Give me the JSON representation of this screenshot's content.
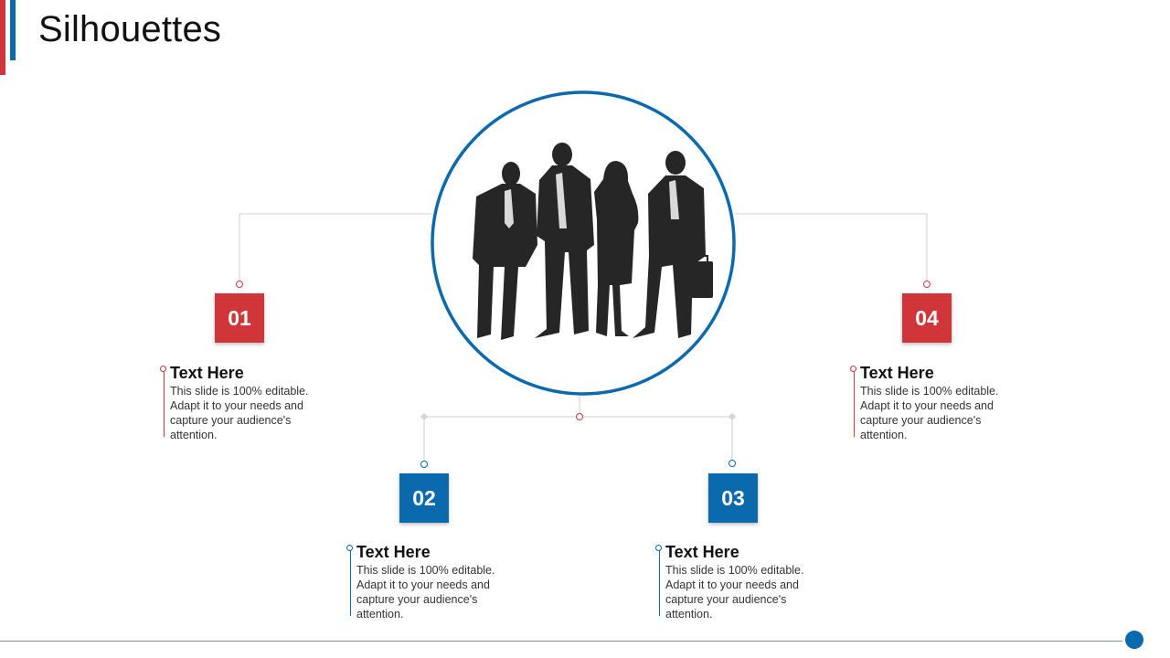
{
  "title": "Silhouettes",
  "colors": {
    "red": "#d0353a",
    "blue": "#0a6aad",
    "line": "#cccccc",
    "silhouette": "#262626"
  },
  "center_image": {
    "icon": "business-people-silhouette-icon"
  },
  "items": [
    {
      "number": "01",
      "heading": "Text Here",
      "body": "This slide is 100% editable. Adapt it to your needs and capture your audience's attention.",
      "color": "red"
    },
    {
      "number": "02",
      "heading": "Text Here",
      "body": "This slide is 100% editable. Adapt it to your needs and capture your audience's attention.",
      "color": "blue"
    },
    {
      "number": "03",
      "heading": "Text Here",
      "body": "This slide is 100% editable. Adapt it to your needs and capture your audience's attention.",
      "color": "blue"
    },
    {
      "number": "04",
      "heading": "Text Here",
      "body": "This slide is 100% editable. Adapt it to your needs and capture your audience's attention.",
      "color": "red"
    }
  ]
}
